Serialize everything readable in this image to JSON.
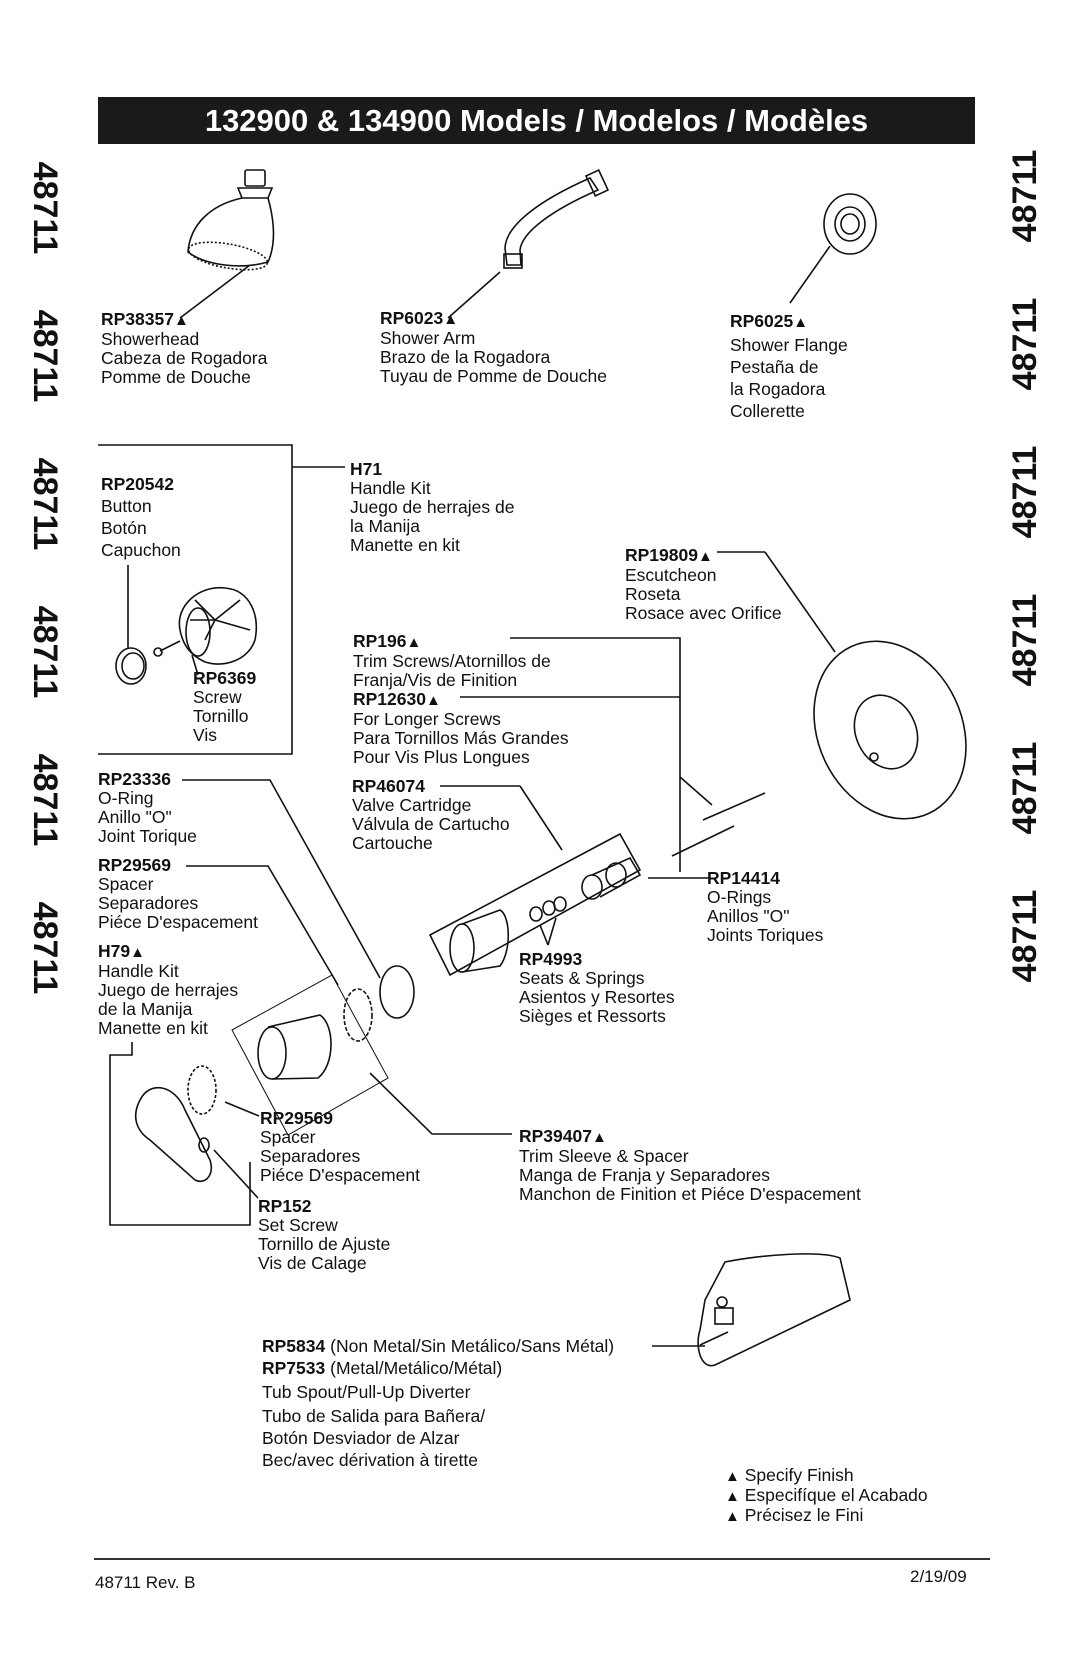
{
  "title": "132900 & 134900 Models / Modelos / Modèles",
  "side_code": "48711",
  "triangle": "▲",
  "parts": {
    "showerhead": {
      "pn": "RP38357",
      "t1": "Showerhead",
      "t2": "Cabeza de Rogadora",
      "t3": "Pomme de Douche"
    },
    "shower_arm": {
      "pn": "RP6023",
      "t1": "Shower Arm",
      "t2": "Brazo de la Rogadora",
      "t3": "Tuyau de Pomme de Douche"
    },
    "shower_flange": {
      "pn": "RP6025",
      "t1": "Shower Flange",
      "t2": "Pestaña de",
      "t3": "la Rogadora",
      "t4": "Collerette"
    },
    "button": {
      "pn": "RP20542",
      "t1": "Button",
      "t2": "Botón",
      "t3": "Capuchon"
    },
    "h71": {
      "pn": "H71",
      "t1": "Handle Kit",
      "t2": "Juego de herrajes de",
      "t3": "la Manija",
      "t4": "Manette en kit"
    },
    "escutcheon": {
      "pn": "RP19809",
      "t1": "Escutcheon",
      "t2": "Roseta",
      "t3": "Rosace avec Orifice"
    },
    "trim_screws": {
      "pn": "RP196",
      "t1": "Trim Screws/Atornillos de",
      "t2": "Franja/Vis de Finition",
      "pn2": "RP12630",
      "t3": "For Longer Screws",
      "t4": "Para Tornillos Más Grandes",
      "t5": "Pour Vis Plus Longues"
    },
    "screw": {
      "pn": "RP6369",
      "t1": "Screw",
      "t2": "Tornillo",
      "t3": "Vis"
    },
    "oring": {
      "pn": "RP23336",
      "t1": "O-Ring",
      "t2": "Anillo \"O\"",
      "t3": "Joint Torique"
    },
    "cartridge": {
      "pn": "RP46074",
      "t1": "Valve Cartridge",
      "t2": "Válvula de Cartucho",
      "t3": "Cartouche"
    },
    "spacer1": {
      "pn": "RP29569",
      "t1": "Spacer",
      "t2": "Separadores",
      "t3": "Piéce D'espacement"
    },
    "orings": {
      "pn": "RP14414",
      "t1": "O-Rings",
      "t2": "Anillos \"O\"",
      "t3": "Joints Toriques"
    },
    "h79": {
      "pn": "H79",
      "t1": "Handle Kit",
      "t2": "Juego de herrajes",
      "t3": "de la Manija",
      "t4": "Manette en kit"
    },
    "seats": {
      "pn": "RP4993",
      "t1": "Seats & Springs",
      "t2": "Asientos y Resortes",
      "t3": "Sièges et Ressorts"
    },
    "spacer2": {
      "pn": "RP29569",
      "t1": "Spacer",
      "t2": "Separadores",
      "t3": "Piéce D'espacement"
    },
    "trim_sleeve": {
      "pn": "RP39407",
      "t1": "Trim Sleeve & Spacer",
      "t2": "Manga de Franja y Separadores",
      "t3": "Manchon de Finition et Piéce D'espacement"
    },
    "set_screw": {
      "pn": "RP152",
      "t1": "Set Screw",
      "t2": "Tornillo de Ajuste",
      "t3": "Vis de Calage"
    },
    "spout": {
      "pn": "RP5834",
      "pn_note": "(Non Metal/Sin Metálico/Sans Métal)",
      "pn2": "RP7533",
      "pn2_note": "(Metal/Metálico/Métal)",
      "t1": "Tub Spout/Pull-Up Diverter",
      "t2": "Tubo de Salida para Bañera/",
      "t3": "Botón Desviador de Alzar",
      "t4": "Bec/avec dérivation à tirette"
    }
  },
  "finish_note": [
    "Specify Finish",
    "Especifíque el Acabado",
    "Précisez le Fini"
  ],
  "footer": {
    "left": "48711 Rev. B",
    "right": "2/19/09"
  }
}
